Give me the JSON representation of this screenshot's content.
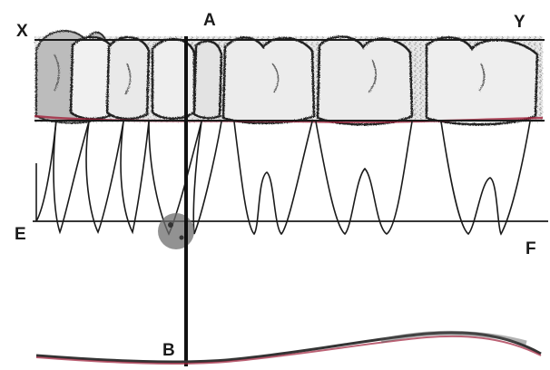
{
  "labels": {
    "x": "X",
    "a": "A",
    "y": "Y",
    "e": "E",
    "f": "F",
    "b": "B"
  },
  "colors": {
    "ink": "#1a1a1a",
    "tooth_shade": "#8a8a8a",
    "gum_red": "#a0203a",
    "paper": "#ffffff"
  }
}
